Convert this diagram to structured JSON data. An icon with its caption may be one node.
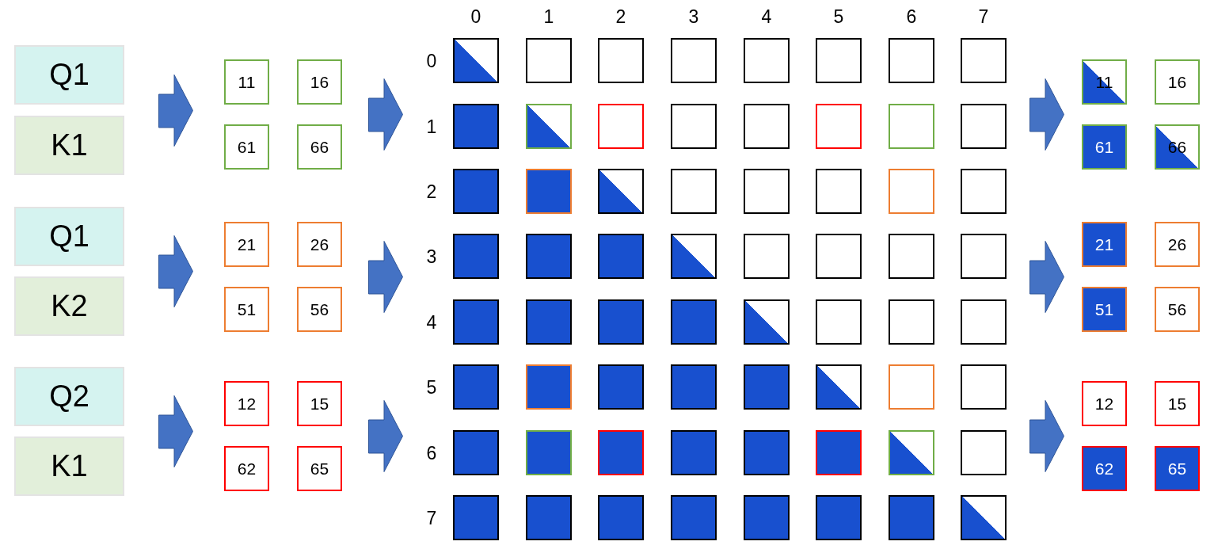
{
  "diagram": {
    "nodes": [
      {
        "text": [
          "Q1"
        ]
      },
      {
        "text": [
          "K1"
        ]
      },
      {
        "text": [
          "Q1"
        ]
      },
      {
        "text": [
          "K2"
        ]
      },
      {
        "text": [
          "Q2"
        ]
      },
      {
        "text": [
          "K1"
        ]
      },
      {
        "text": [
          "11"
        ]
      },
      {
        "text": [
          "16"
        ]
      },
      {
        "text": [
          "61"
        ]
      },
      {
        "text": [
          "66"
        ]
      },
      {
        "text": [
          "21"
        ]
      },
      {
        "text": [
          "26"
        ]
      },
      {
        "text": [
          "51"
        ]
      },
      {
        "text": [
          "56"
        ]
      },
      {
        "text": [
          "12"
        ]
      },
      {
        "text": [
          "15"
        ]
      },
      {
        "text": [
          "62"
        ]
      },
      {
        "text": [
          "65"
        ]
      },
      {
        "text": [],
        "shape": "box"
      },
      {
        "text": [],
        "shape": "box"
      },
      {
        "text": [],
        "shape": "box"
      },
      {
        "text": [],
        "shape": "box"
      },
      {
        "text": [],
        "shape": "box"
      },
      {
        "text": [],
        "shape": "box"
      },
      {
        "text": [],
        "shape": "box"
      },
      {
        "text": [],
        "shape": "box"
      },
      {
        "text": [],
        "shape": "box"
      },
      {
        "text": [],
        "shape": "box"
      },
      {
        "text": [],
        "shape": "box"
      },
      {
        "text": [],
        "shape": "box"
      },
      {
        "text": [],
        "shape": "box"
      },
      {
        "text": [],
        "shape": "box"
      },
      {
        "text": [],
        "shape": "box"
      },
      {
        "text": [],
        "shape": "box"
      },
      {
        "text": [],
        "shape": "box"
      },
      {
        "text": [],
        "shape": "box"
      },
      {
        "text": [],
        "shape": "box"
      },
      {
        "text": [],
        "shape": "box"
      },
      {
        "text": [],
        "shape": "box"
      },
      {
        "text": [],
        "shape": "box"
      },
      {
        "text": [],
        "shape": "box"
      },
      {
        "text": [],
        "shape": "box"
      },
      {
        "text": [],
        "shape": "box"
      },
      {
        "text": [],
        "shape": "box"
      },
      {
        "text": [],
        "shape": "box"
      },
      {
        "text": [],
        "shape": "box"
      },
      {
        "text": [],
        "shape": "box"
      },
      {
        "text": [],
        "shape": "box"
      },
      {
        "text": [],
        "shape": "box"
      },
      {
        "text": [],
        "shape": "box"
      },
      {
        "text": [],
        "shape": "box"
      },
      {
        "text": [],
        "shape": "box"
      },
      {
        "text": [],
        "shape": "box"
      },
      {
        "text": [],
        "shape": "box"
      },
      {
        "text": [],
        "shape": "box"
      },
      {
        "text": [],
        "shape": "box"
      },
      {
        "text": [],
        "shape": "box"
      },
      {
        "text": [],
        "shape": "box"
      },
      {
        "text": [],
        "shape": "box"
      },
      {
        "text": [],
        "shape": "box"
      },
      {
        "text": [],
        "shape": "box"
      },
      {
        "text": [],
        "shape": "box"
      },
      {
        "text": [],
        "shape": "box"
      },
      {
        "text": [],
        "shape": "box"
      },
      {
        "text": [],
        "shape": "box"
      },
      {
        "text": [],
        "shape": "box"
      },
      {
        "text": [],
        "shape": "box"
      },
      {
        "text": [],
        "shape": "box"
      },
      {
        "text": [],
        "shape": "box"
      },
      {
        "text": [],
        "shape": "box"
      },
      {
        "text": [],
        "shape": "box"
      },
      {
        "text": [],
        "shape": "box"
      },
      {
        "text": [],
        "shape": "box"
      },
      {
        "text": [],
        "shape": "box"
      },
      {
        "text": [],
        "shape": "box"
      },
      {
        "text": [],
        "shape": "box"
      },
      {
        "text": [],
        "shape": "box"
      },
      {
        "text": [],
        "shape": "box"
      },
      {
        "text": [],
        "shape": "box"
      },
      {
        "text": [],
        "shape": "box"
      },
      {
        "text": [],
        "shape": "box"
      },
      {
        "text": [],
        "shape": "box"
      },
      {
        "text": [
          "11"
        ]
      },
      {
        "text": [
          "16"
        ]
      },
      {
        "text": [
          "61"
        ]
      },
      {
        "text": [
          "66"
        ]
      },
      {
        "text": [
          "21"
        ]
      },
      {
        "text": [
          "26"
        ]
      },
      {
        "text": [
          "51"
        ]
      },
      {
        "text": [
          "56"
        ]
      },
      {
        "text": [
          "12"
        ]
      },
      {
        "text": [
          "15"
        ]
      },
      {
        "text": [
          "62"
        ]
      },
      {
        "text": [
          "65"
        ]
      }
    ],
    "edges": [
      {
        "from": 0,
        "to": 6,
        "arrow": "to"
      },
      {
        "from": 0,
        "to": 8,
        "arrow": "to"
      },
      {
        "from": 1,
        "to": 6,
        "arrow": "to"
      },
      {
        "from": 1,
        "to": 8,
        "arrow": "to"
      },
      {
        "from": 2,
        "to": 10,
        "arrow": "to"
      },
      {
        "from": 2,
        "to": 12,
        "arrow": "to"
      },
      {
        "from": 3,
        "to": 10,
        "arrow": "to"
      },
      {
        "from": 3,
        "to": 12,
        "arrow": "to"
      },
      {
        "from": 4,
        "to": 14,
        "arrow": "to"
      },
      {
        "from": 4,
        "to": 16,
        "arrow": "to"
      },
      {
        "from": 5,
        "to": 14,
        "arrow": "to"
      },
      {
        "from": 5,
        "to": 16,
        "arrow": "to"
      },
      {
        "from": 7,
        "to": 18,
        "arrow": "to"
      },
      {
        "from": 7,
        "to": 26,
        "arrow": "to"
      },
      {
        "from": 9,
        "to": 18,
        "arrow": "to"
      },
      {
        "from": 9,
        "to": 26,
        "arrow": "to"
      },
      {
        "from": 11,
        "to": 42,
        "arrow": "to"
      },
      {
        "from": 11,
        "to": 50,
        "arrow": "to"
      },
      {
        "from": 13,
        "to": 42,
        "arrow": "to"
      },
      {
        "from": 13,
        "to": 50,
        "arrow": "to"
      },
      {
        "from": 15,
        "to": 58,
        "arrow": "to"
      },
      {
        "from": 15,
        "to": 66,
        "arrow": "to"
      },
      {
        "from": 17,
        "to": 58,
        "arrow": "to"
      },
      {
        "from": 17,
        "to": 66,
        "arrow": "to"
      },
      {
        "from": 25,
        "to": 82,
        "arrow": "to"
      },
      {
        "from": 25,
        "to": 84,
        "arrow": "to"
      },
      {
        "from": 33,
        "to": 82,
        "arrow": "to"
      },
      {
        "from": 33,
        "to": 84,
        "arrow": "to"
      },
      {
        "from": 49,
        "to": 86,
        "arrow": "to"
      },
      {
        "from": 49,
        "to": 88,
        "arrow": "to"
      },
      {
        "from": 57,
        "to": 86,
        "arrow": "to"
      },
      {
        "from": 57,
        "to": 88,
        "arrow": "to"
      },
      {
        "from": 65,
        "to": 90,
        "arrow": "to"
      },
      {
        "from": 65,
        "to": 92,
        "arrow": "to"
      },
      {
        "from": 73,
        "to": 90,
        "arrow": "to"
      },
      {
        "from": 73,
        "to": 92,
        "arrow": "to"
      }
    ],
    "labels": [
      "0",
      "1",
      "2",
      "3",
      "4",
      "5",
      "6",
      "7",
      "0",
      "1",
      "2",
      "3",
      "4",
      "5",
      "6",
      "7"
    ]
  }
}
